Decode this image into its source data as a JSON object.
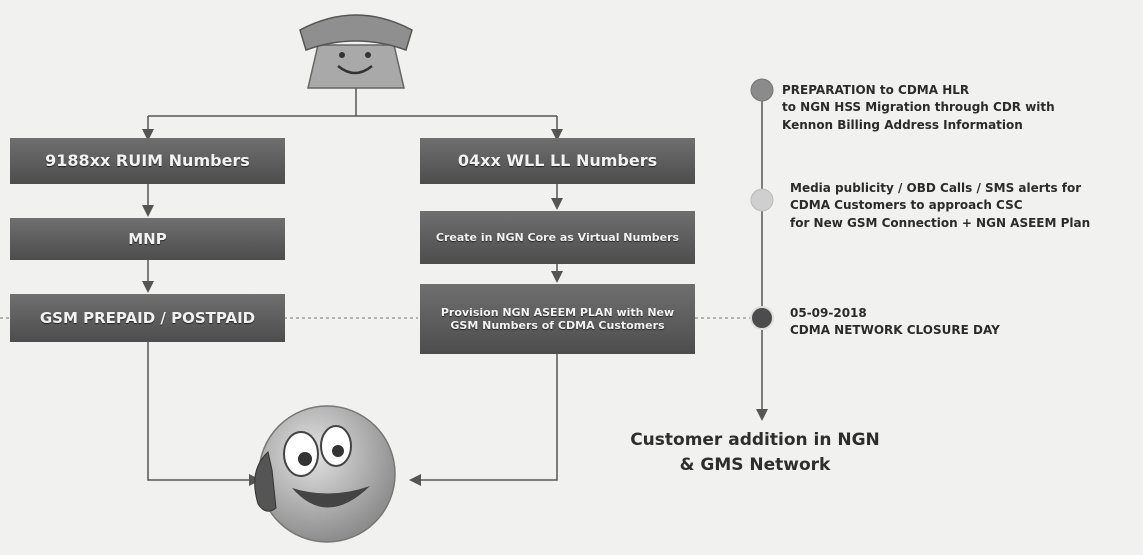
{
  "left_branch": {
    "header": "9188xx RUIM Numbers",
    "step": "MNP",
    "result": "GSM PREPAID / POSTPAID"
  },
  "right_branch": {
    "header": "04xx WLL LL Numbers",
    "step": "Create in NGN Core as Virtual Numbers",
    "result": "Provision NGN ASEEM PLAN with New GSM Numbers of CDMA Customers"
  },
  "timeline": [
    {
      "text": "PREPARATION to CDMA HLR\nto NGN HSS Migration through CDR with\nKennon Billing Address Information",
      "color": "#8b8b8b"
    },
    {
      "text": "Media publicity / OBD Calls / SMS alerts for\nCDMA Customers to approach CSC\nfor New GSM Connection + NGN ASEEM Plan",
      "color": "#c9c9c9"
    },
    {
      "text": "05-09-2018\nCDMA NETWORK CLOSURE DAY",
      "color": "#505050"
    }
  ],
  "outcome": "Customer addition in NGN\n& GMS Network",
  "icons": [
    "smiling-telephone-icon",
    "smiley-on-phone-icon"
  ]
}
